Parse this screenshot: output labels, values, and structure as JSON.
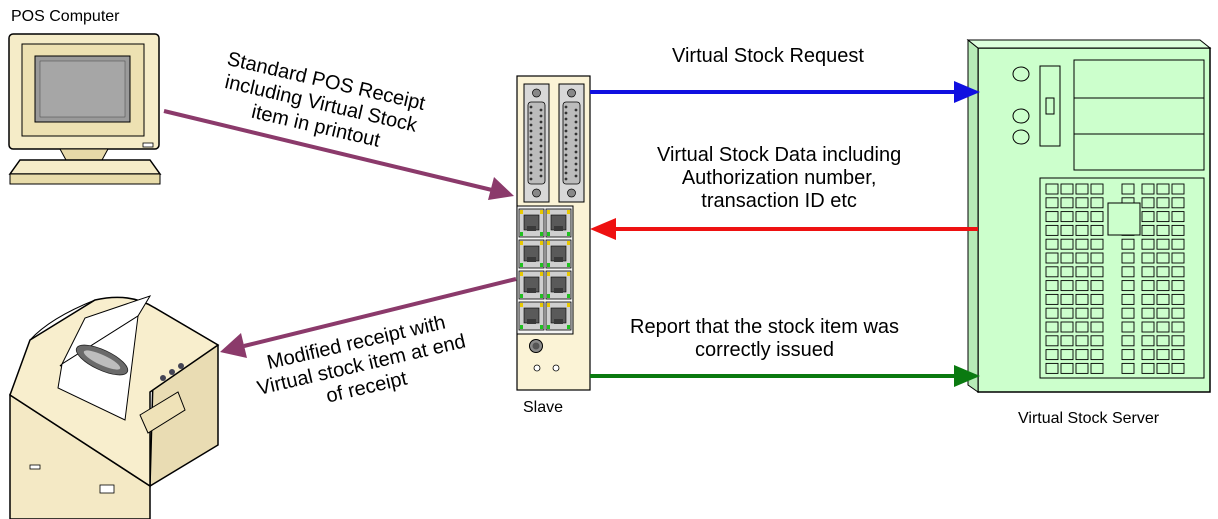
{
  "labels": {
    "pos_computer": "POS Computer",
    "slave": "Slave",
    "server": "Virtual Stock Server"
  },
  "arrows": {
    "pos_to_slave": "Standard POS Receipt\nincluding Virtual Stock\nitem in printout",
    "slave_to_printer": "Modified receipt with\nVirtual stock item at end\nof receipt",
    "request": "Virtual Stock Request",
    "data": "Virtual Stock Data including\nAuthorization number,\ntransaction ID etc",
    "report": "Report that the stock item was\ncorrectly issued"
  },
  "colors": {
    "pos_arrow": "#8b3a6b",
    "printer_arrow": "#8b3a6b",
    "request_arrow": "#1010e0",
    "data_arrow": "#ee1111",
    "report_arrow": "#0a7a10",
    "server_fill": "#ccffcc",
    "slave_fill": "#fbf3d6",
    "printer_fill": "#f7ecc9"
  }
}
